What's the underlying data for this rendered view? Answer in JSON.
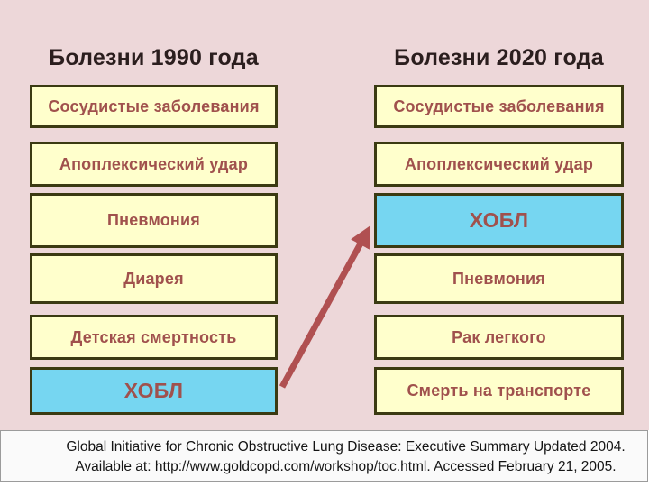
{
  "slide": {
    "columns": [
      {
        "title": "Болезни 1990 года",
        "items": [
          {
            "label": "Сосудистые заболевания",
            "highlight": false
          },
          {
            "label": "Апоплексический удар",
            "highlight": false
          },
          {
            "label": "Пневмония",
            "highlight": false
          },
          {
            "label": "Диарея",
            "highlight": false
          },
          {
            "label": "Детская смертность",
            "highlight": false
          },
          {
            "label": "ХОБЛ",
            "highlight": true
          }
        ]
      },
      {
        "title": "Болезни 2020 года",
        "items": [
          {
            "label": "Сосудистые заболевания",
            "highlight": false
          },
          {
            "label": "Апоплексический удар",
            "highlight": false
          },
          {
            "label": "ХОБЛ",
            "highlight": true
          },
          {
            "label": "Пневмония",
            "highlight": false
          },
          {
            "label": "Рак легкого",
            "highlight": false
          },
          {
            "label": "Смерть на транспорте",
            "highlight": false
          }
        ]
      }
    ],
    "footer": {
      "line1": "Global Initiative for Chronic Obstructive Lung Disease: Executive Summary Updated 2004.",
      "line2": "Available at: http://www.goldcopd.com/workshop/toc.html. Accessed February 21, 2005."
    },
    "colors": {
      "background": "#edd7d9",
      "box_fill": "#ffffcc",
      "box_border": "#3b3a12",
      "box_text": "#a0514d",
      "highlight_fill": "#76d6f1",
      "arrow": "#b05051",
      "header_text": "#2b1e1e",
      "footer_bg": "#fafafa",
      "footer_text": "#141414"
    }
  }
}
